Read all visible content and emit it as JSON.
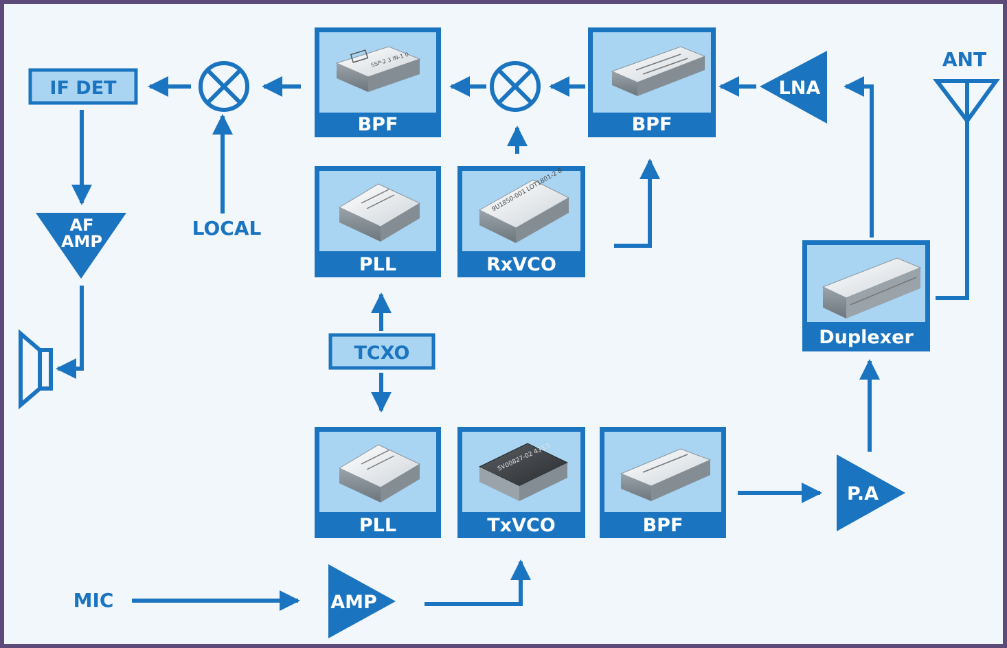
{
  "colors": {
    "accent": "#1a74bf",
    "background": "#f2f7fc",
    "box_light": "#a9d4f2",
    "frame": "#5b4a7a",
    "label_text": "#ffffff"
  },
  "modules": {
    "bpf_if": {
      "label": "BPF",
      "marking": "SSP-2 3 IN-1 0"
    },
    "bpf_rx": {
      "label": "BPF"
    },
    "pll_rx": {
      "label": "PLL"
    },
    "rxvco": {
      "label": "RxVCO",
      "marking": "9U1850-001 LOT1801-2 8"
    },
    "pll_tx": {
      "label": "PLL"
    },
    "txvco": {
      "label": "TxVCO",
      "marking": "SV00827-02 433.5"
    },
    "bpf_tx": {
      "label": "BPF"
    },
    "duplexer": {
      "label": "Duplexer"
    }
  },
  "blocks": {
    "if_det": "IF DET",
    "tcxo": "TCXO"
  },
  "amplifiers": {
    "lna": "LNA",
    "af_amp_line1": "AF",
    "af_amp_line2": "AMP",
    "pa": "P.A",
    "amp": "AMP"
  },
  "labels": {
    "local": "LOCAL",
    "ant": "ANT",
    "mic": "MIC"
  },
  "icons": {
    "mixer_if": "mixer-icon",
    "mixer_rf": "mixer-icon",
    "antenna": "antenna-icon",
    "speaker": "speaker-icon"
  }
}
